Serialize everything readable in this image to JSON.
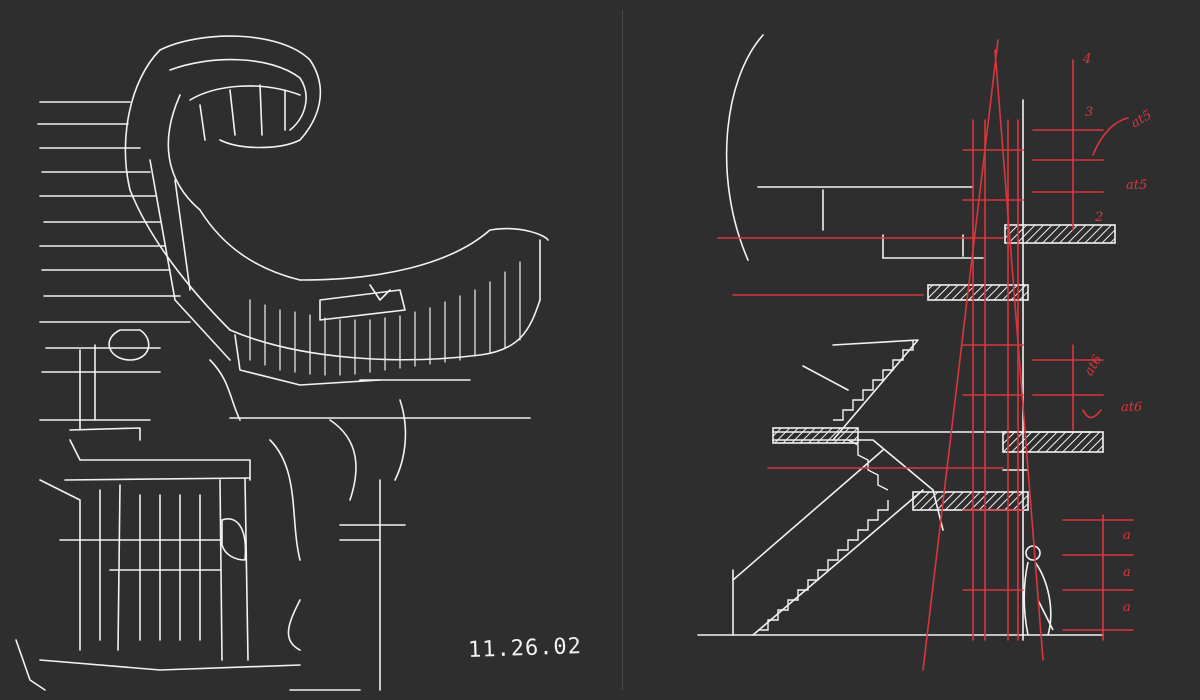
{
  "left_sketch": {
    "date": "11.26.02"
  },
  "right_sketch": {
    "annotations": [
      {
        "id": "n4",
        "text": "4"
      },
      {
        "id": "n3",
        "text": "3"
      },
      {
        "id": "n2",
        "text": "2"
      },
      {
        "id": "at5a",
        "text": "at5"
      },
      {
        "id": "at5b",
        "text": "at5"
      },
      {
        "id": "at6a",
        "text": "at6"
      },
      {
        "id": "at6b",
        "text": "at6"
      },
      {
        "id": "a1",
        "text": "a"
      },
      {
        "id": "a2",
        "text": "a"
      },
      {
        "id": "a3",
        "text": "a"
      }
    ]
  },
  "colors": {
    "background": "#2e2e2e",
    "ink": "#f2f2f2",
    "red_ink": "#d9363e"
  }
}
